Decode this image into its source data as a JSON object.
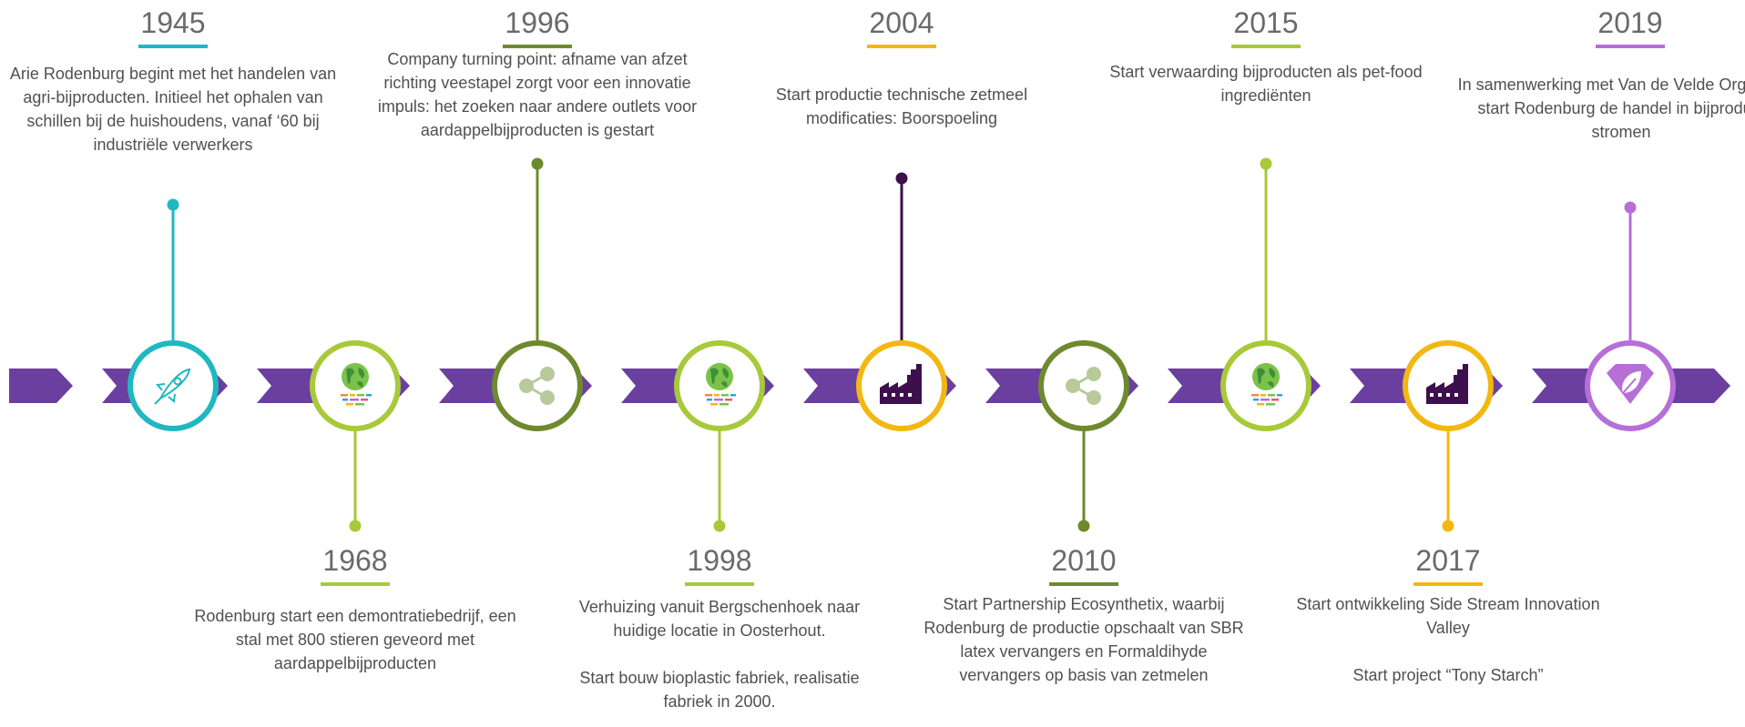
{
  "colors": {
    "arrow": "#6b3fa0",
    "teal": "#1fb8c1",
    "lime": "#a8c93a",
    "olive": "#6e8a2e",
    "gold": "#f3b712",
    "plum": "#3d0f4d",
    "violet": "#b56fd6"
  },
  "events": [
    {
      "year": "1945",
      "text": "Arie Rodenburg begint met het handelen van agri-bijproducten. Initieel het ophalen van schillen bij de huishoudens, vanaf ‘60 bij industriële verwerkers",
      "color": "teal",
      "icon": "rocket-icon",
      "side": "top"
    },
    {
      "year": "1968",
      "text": "Rodenburg start een demontratiebedrijf, een stal met 800 stieren geveord met aardappelbijproducten",
      "color": "lime",
      "icon": "globe-bulb-icon",
      "side": "bottom"
    },
    {
      "year": "1996",
      "text": "Company turning point: afname van afzet richting veestapel zorgt voor een innovatie impuls: het zoeken naar andere outlets voor aardappelbijproducten is gestart",
      "color": "olive",
      "icon": "share-icon",
      "side": "top"
    },
    {
      "year": "1998",
      "text": "Verhuizing vanuit Bergschenhoek naar huidige locatie in Oosterhout.\n\nStart bouw bioplastic fabriek, realisatie fabriek in 2000.",
      "color": "lime",
      "icon": "globe-bulb-icon",
      "side": "bottom"
    },
    {
      "year": "2004",
      "text": "Start productie technische zetmeel modificaties: Boorspoeling",
      "color": "gold",
      "icon": "factory-icon",
      "side": "top",
      "dot_color": "plum"
    },
    {
      "year": "2010",
      "text": "Start Partnership Ecosynthetix, waarbij Rodenburg de productie opschaalt van SBR latex vervangers en Formaldihyde vervangers op basis van zetmelen",
      "color": "olive",
      "icon": "share-icon",
      "side": "bottom"
    },
    {
      "year": "2015",
      "text": "Start verwaarding bijproducten als pet-food ingrediënten",
      "color": "lime",
      "icon": "globe-bulb-icon",
      "side": "top"
    },
    {
      "year": "2017",
      "text": "Start ontwikkeling Side Stream Innovation Valley\n\nStart project “Tony Starch”",
      "color": "gold",
      "icon": "factory-icon",
      "side": "bottom"
    },
    {
      "year": "2019",
      "text": "In samenwerking met Van de Velde Organics start Rodenburg de handel in bijproduct stromen",
      "color": "violet",
      "icon": "diamond-leaf-icon",
      "side": "top"
    }
  ]
}
